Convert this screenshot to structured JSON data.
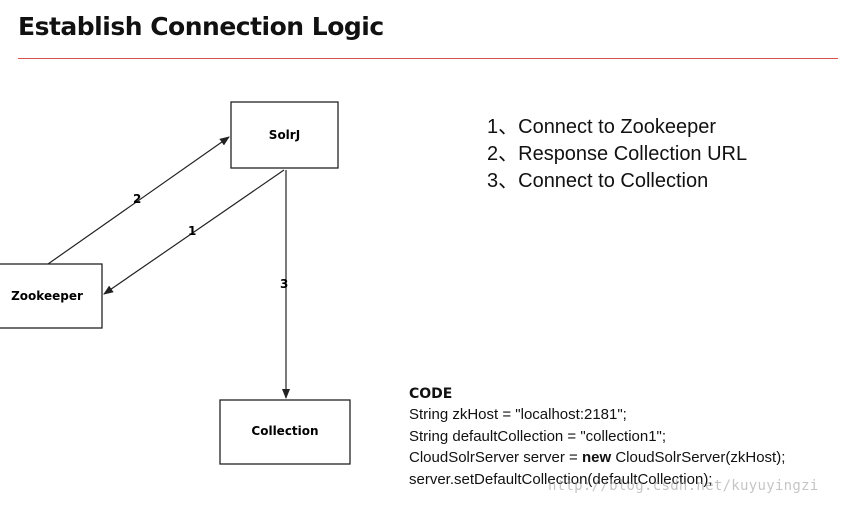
{
  "title": "Establish Connection Logic",
  "diagram": {
    "nodes": {
      "solrj": "SolrJ",
      "zookeeper": "Zookeeper",
      "collection": "Collection"
    },
    "edges": {
      "zk_to_solrj": "2",
      "solrj_to_zk": "1",
      "solrj_to_collection": "3"
    }
  },
  "steps": [
    "1、Connect to Zookeeper",
    "2、Response Collection URL",
    "3、Connect to Collection"
  ],
  "code": {
    "heading": "CODE",
    "line1": "String zkHost = \"localhost:2181\";",
    "line2": "String defaultCollection = \"collection1\";",
    "line3_prefix": "CloudSolrServer server = ",
    "line3_keyword": "new",
    "line3_suffix": " CloudSolrServer(zkHost);",
    "line4": "server.setDefaultCollection(defaultCollection);"
  },
  "watermark": "http://blog.csdn.net/kuyuyingzi"
}
